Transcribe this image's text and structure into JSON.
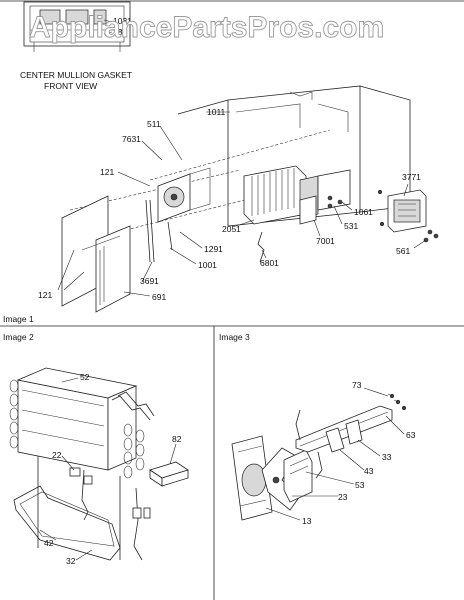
{
  "watermark": "AppliancePartsPros.com",
  "top_caption": {
    "line1": "CENTER MULLION GASKET",
    "line2": "FRONT VIEW",
    "partial_labels": [
      "1031",
      "18"
    ]
  },
  "image1": {
    "header": "Image 1",
    "callouts": {
      "c1011": "1011",
      "c511": "511",
      "c7631": "7631",
      "c121a": "121",
      "c121b": "121",
      "c1291": "1291",
      "c1001": "1001",
      "c3691": "3691",
      "c691": "691",
      "c2051": "2051",
      "c6801": "6801",
      "c7001": "7001",
      "c531": "531",
      "c1061": "1061",
      "c3771": "3771",
      "c561": "561"
    }
  },
  "image2": {
    "header": "Image 2",
    "callouts": {
      "c52": "52",
      "c82": "82",
      "c22": "22",
      "c42": "42",
      "c32": "32"
    }
  },
  "image3": {
    "header": "Image 3",
    "callouts": {
      "c73": "73",
      "c63": "63",
      "c33": "33",
      "c43": "43",
      "c53": "53",
      "c23": "23",
      "c13": "13"
    }
  }
}
